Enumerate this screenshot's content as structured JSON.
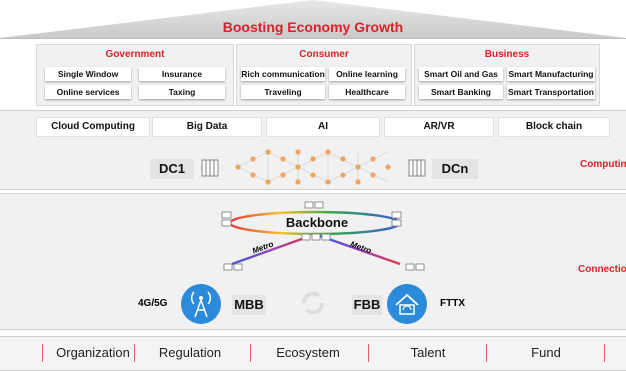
{
  "title": "Boosting Economy Growth",
  "groups": [
    {
      "title": "Government",
      "items": [
        "Single Window",
        "Insurance",
        "Online services",
        "Taxing"
      ]
    },
    {
      "title": "Consumer",
      "items": [
        "Rich communication",
        "Online learning",
        "Traveling",
        "Healthcare"
      ]
    },
    {
      "title": "Business",
      "items": [
        "Smart Oil and Gas",
        "Smart Manufacturing",
        "Smart Banking",
        "Smart Transportation"
      ]
    }
  ],
  "technologies": [
    "Cloud Computing",
    "Big Data",
    "AI",
    "AR/VR",
    "Block chain"
  ],
  "computing": {
    "label": "Computing",
    "dc_left": "DC1",
    "dc_right": "DCn"
  },
  "connection": {
    "label": "Connection",
    "backbone": "Backbone",
    "metro_left": "Metro",
    "metro_right": "Metro",
    "mobile_prefix": "4G/5G",
    "mobile": "MBB",
    "fixed": "FBB",
    "fixed_suffix": "FTTX"
  },
  "foundations": [
    "Organization",
    "Regulation",
    "Ecosystem",
    "Talent",
    "Fund"
  ],
  "colors": {
    "accent": "#d9222a",
    "icon_blue": "#2b8ad9",
    "panel": "#f1f1f1"
  }
}
